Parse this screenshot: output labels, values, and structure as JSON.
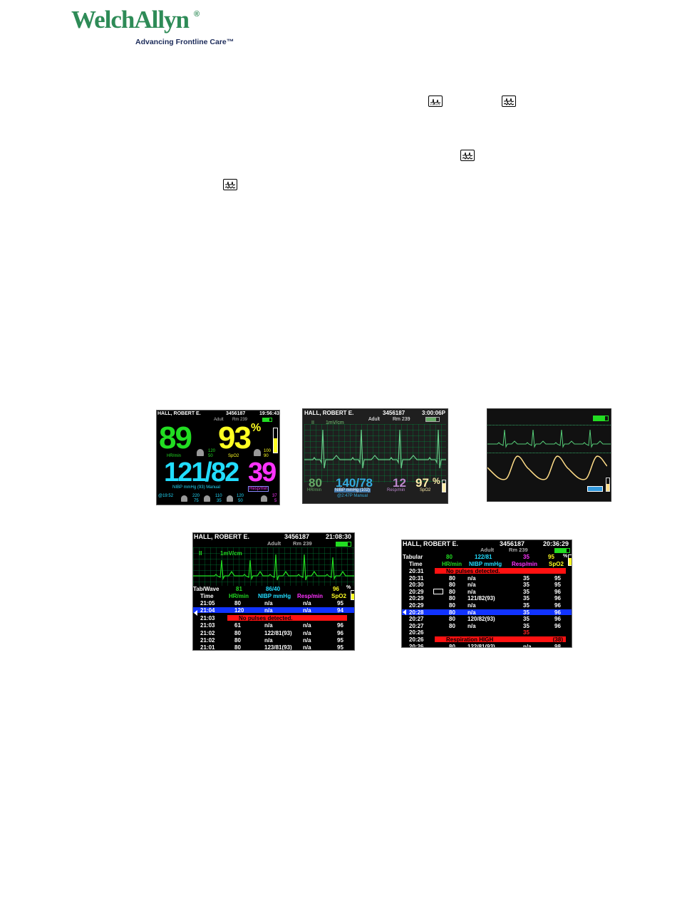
{
  "logo": {
    "brand_left": "Welch",
    "brand_right": "Allyn",
    "registered": "®",
    "tagline": "Advancing Frontline Care™"
  },
  "icons": [
    "ecg-display-icon",
    "ecg-display-icon",
    "ecg-display-icon",
    "ecg-display-icon"
  ],
  "colors": {
    "hr": "#22dd22",
    "spo2": "#ffff22",
    "nibp": "#22ddff",
    "resp": "#ff33ff",
    "alarm_row": "#ff1111",
    "selected_row": "#1133ff"
  },
  "screen1": {
    "patient": "HALL, ROBERT E.",
    "id": "3456187",
    "time": "19:56:43",
    "category": "Adult",
    "room": "Rm 239",
    "hr_value": "89",
    "hr_label": "HR/min",
    "hr_limits": [
      "120",
      "50"
    ],
    "spo2_value": "93",
    "spo2_unit": "%",
    "spo2_label": "SpO2",
    "spo2_limits": [
      "100",
      "90"
    ],
    "nibp_value": "121/82",
    "nibp_label": "NIBP mmHg (93) Manual",
    "resp_value": "39",
    "resp_label": "Resp/min",
    "nibp_time": "@19:52",
    "bottom_limits": [
      "220",
      "75",
      "110",
      "35",
      "120",
      "50",
      "37",
      "5"
    ]
  },
  "screen2": {
    "patient": "HALL, ROBERT E.",
    "id": "3456187",
    "time": "3:00:06P",
    "category": "Adult",
    "room": "Rm 239",
    "lead": "II",
    "gain": "1mV/cm",
    "hr_value": "80",
    "hr_label": "HR/min",
    "nibp_value": "140/78",
    "nibp_label": "NIBP mmHg (102)",
    "nibp_time": "@2:47P Manual",
    "resp_value": "12",
    "resp_label": "Resp/min",
    "spo2_value": "97",
    "spo2_unit": "%",
    "spo2_label": "SpO2"
  },
  "screen4": {
    "patient": "HALL, ROBERT E.",
    "id": "3456187",
    "time": "21:08:30",
    "category": "Adult",
    "room": "Rm 239",
    "lead": "II",
    "gain": "1mV/cm",
    "mode": "Tab/Wave",
    "cur_hr": "81",
    "cur_nibp": "86/40",
    "cur_spo2": "96",
    "spo2_unit": "%",
    "headers": [
      "Time",
      "HR/min",
      "NIBP mmHg",
      "Resp/min",
      "SpO2"
    ],
    "rows": [
      {
        "time": "21:05",
        "hr": "80",
        "nibp": "n/a",
        "resp": "n/a",
        "spo2": "95",
        "style": "normal"
      },
      {
        "time": "21:04",
        "hr": "120",
        "nibp": "n/a",
        "resp": "n/a",
        "spo2": "94",
        "style": "selected"
      },
      {
        "time": "21:03",
        "msg": "No pulses detected.",
        "style": "alarm"
      },
      {
        "time": "21:03",
        "hr": "61",
        "nibp": "n/a",
        "resp": "n/a",
        "spo2": "96",
        "style": "normal"
      },
      {
        "time": "21:02",
        "hr": "80",
        "nibp": "122/81(93)",
        "resp": "n/a",
        "spo2": "96",
        "style": "normal"
      },
      {
        "time": "21:02",
        "hr": "80",
        "nibp": "n/a",
        "resp": "n/a",
        "spo2": "95",
        "style": "normal"
      },
      {
        "time": "21:01",
        "hr": "80",
        "nibp": "123/81(93)",
        "resp": "n/a",
        "spo2": "95",
        "style": "normal"
      }
    ]
  },
  "screen5": {
    "patient": "HALL, ROBERT E.",
    "id": "3456187",
    "time": "20:36:29",
    "category": "Adult",
    "room": "Rm 239",
    "mode": "Tabular",
    "cur_hr": "80",
    "cur_nibp": "122/81",
    "cur_resp": "35",
    "cur_spo2": "95",
    "spo2_unit": "%",
    "headers": [
      "Time",
      "HR/min",
      "NIBP mmHg",
      "Resp/min",
      "SpO2"
    ],
    "rows": [
      {
        "time": "20:31",
        "msg": "No pulses detected.",
        "style": "alarm"
      },
      {
        "time": "20:31",
        "hr": "80",
        "nibp": "n/a",
        "resp": "35",
        "spo2": "95",
        "style": "normal"
      },
      {
        "time": "20:30",
        "hr": "80",
        "nibp": "n/a",
        "resp": "35",
        "spo2": "95",
        "style": "normal"
      },
      {
        "time": "20:29",
        "hr": "80",
        "nibp": "n/a",
        "resp": "35",
        "spo2": "96",
        "style": "normal"
      },
      {
        "time": "20:29",
        "hr": "80",
        "nibp": "121/82(93)",
        "resp": "35",
        "spo2": "96",
        "style": "normal"
      },
      {
        "time": "20:29",
        "hr": "80",
        "nibp": "n/a",
        "resp": "35",
        "spo2": "96",
        "style": "normal"
      },
      {
        "time": "20:28",
        "hr": "80",
        "nibp": "n/a",
        "resp": "35",
        "spo2": "96",
        "style": "selected"
      },
      {
        "time": "20:27",
        "hr": "80",
        "nibp": "120/82(93)",
        "resp": "35",
        "spo2": "96",
        "style": "normal"
      },
      {
        "time": "20:27",
        "hr": "80",
        "nibp": "n/a",
        "resp": "35",
        "spo2": "96",
        "style": "normal"
      },
      {
        "time": "20:26",
        "hr": "",
        "nibp": "",
        "resp": "35",
        "spo2": "",
        "style": "resp-red"
      },
      {
        "time": "20:26",
        "msg": "Respiration HIGH",
        "extra": "(38)",
        "style": "alarm"
      },
      {
        "time": "20:26",
        "hr": "80",
        "nibp": "122/81(93)",
        "resp": "n/a",
        "spo2": "98",
        "style": "normal"
      }
    ]
  }
}
